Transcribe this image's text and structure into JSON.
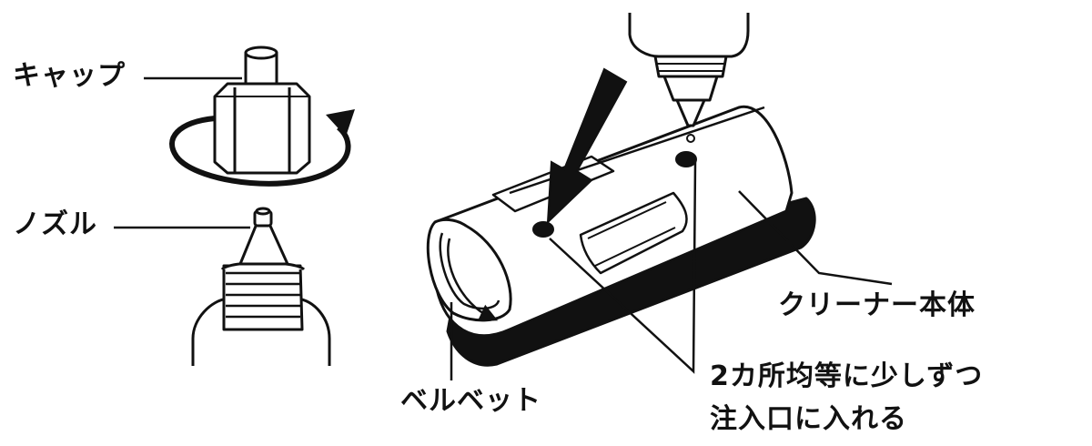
{
  "labels": {
    "cap": "キャップ",
    "nozzle": "ノズル",
    "cleaner_body": "クリーナー本体",
    "velvet": "ベルベット",
    "instruction_line1": "2カ所均等に少しずつ",
    "instruction_line2": "注入口に入れる"
  },
  "colors": {
    "ink": "#111111",
    "paper": "#ffffff"
  }
}
